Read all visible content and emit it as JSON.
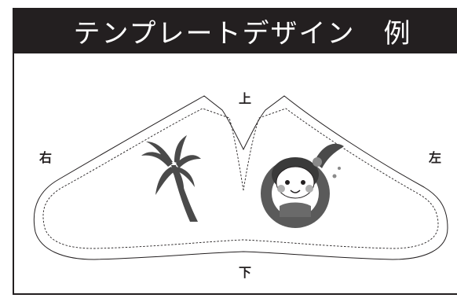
{
  "header": {
    "title": "テンプレートデザイン　例"
  },
  "labels": {
    "top": "上",
    "bottom": "下",
    "left": "右",
    "right": "左"
  },
  "colors": {
    "header_bg": "#231f20",
    "header_text": "#ffffff",
    "outline": "#231f20",
    "illustration": "#4a4a4a"
  },
  "illustrations": [
    "palm-tree",
    "girl-with-swim-ring"
  ]
}
